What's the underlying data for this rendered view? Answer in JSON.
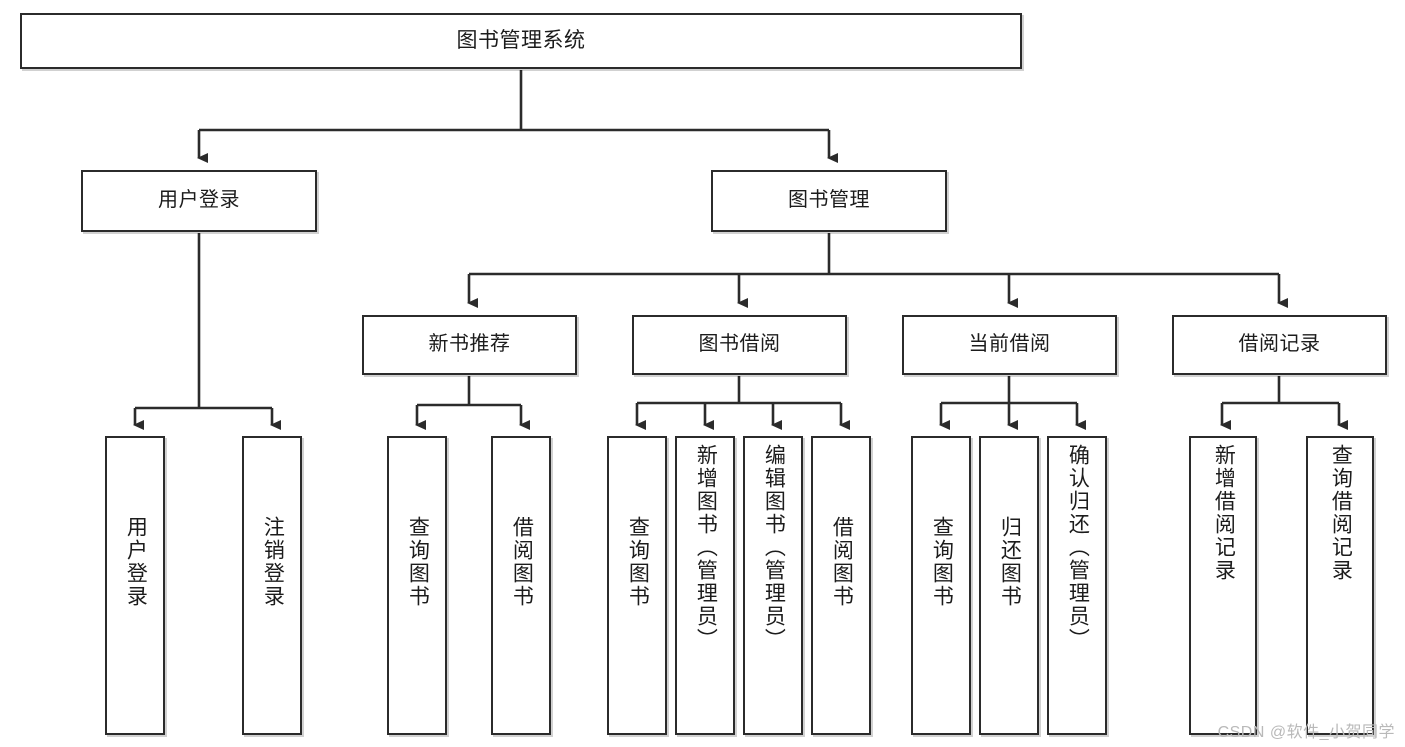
{
  "diagram": {
    "type": "tree-hierarchy",
    "title": "图书管理系统",
    "watermark": "CSDN @软件_小贺同学",
    "colors": {
      "box_border": "#2b2b2b",
      "box_fill": "#ffffff",
      "connector": "#2b2b2b",
      "text": "#1c1c1c",
      "watermark": "#b9b9b9"
    },
    "root": {
      "label": "图书管理系统"
    },
    "level1": [
      {
        "label": "用户登录"
      },
      {
        "label": "图书管理"
      }
    ],
    "level2": [
      {
        "label": "新书推荐"
      },
      {
        "label": "图书借阅"
      },
      {
        "label": "当前借阅"
      },
      {
        "label": "借阅记录"
      }
    ],
    "leaves": {
      "user_login": [
        {
          "label": "用户登录"
        },
        {
          "label": "注销登录"
        }
      ],
      "new_book": [
        {
          "label": "查询图书"
        },
        {
          "label": "借阅图书"
        }
      ],
      "book_borrow": [
        {
          "label": "查询图书"
        },
        {
          "label": "新增图书（管理员）"
        },
        {
          "label": "编辑图书（管理员）"
        },
        {
          "label": "借阅图书"
        }
      ],
      "current_borrow": [
        {
          "label": "查询图书"
        },
        {
          "label": "归还图书"
        },
        {
          "label": "确认归还（管理员）"
        }
      ],
      "borrow_record": [
        {
          "label": "新增借阅记录"
        },
        {
          "label": "查询借阅记录"
        }
      ]
    }
  }
}
